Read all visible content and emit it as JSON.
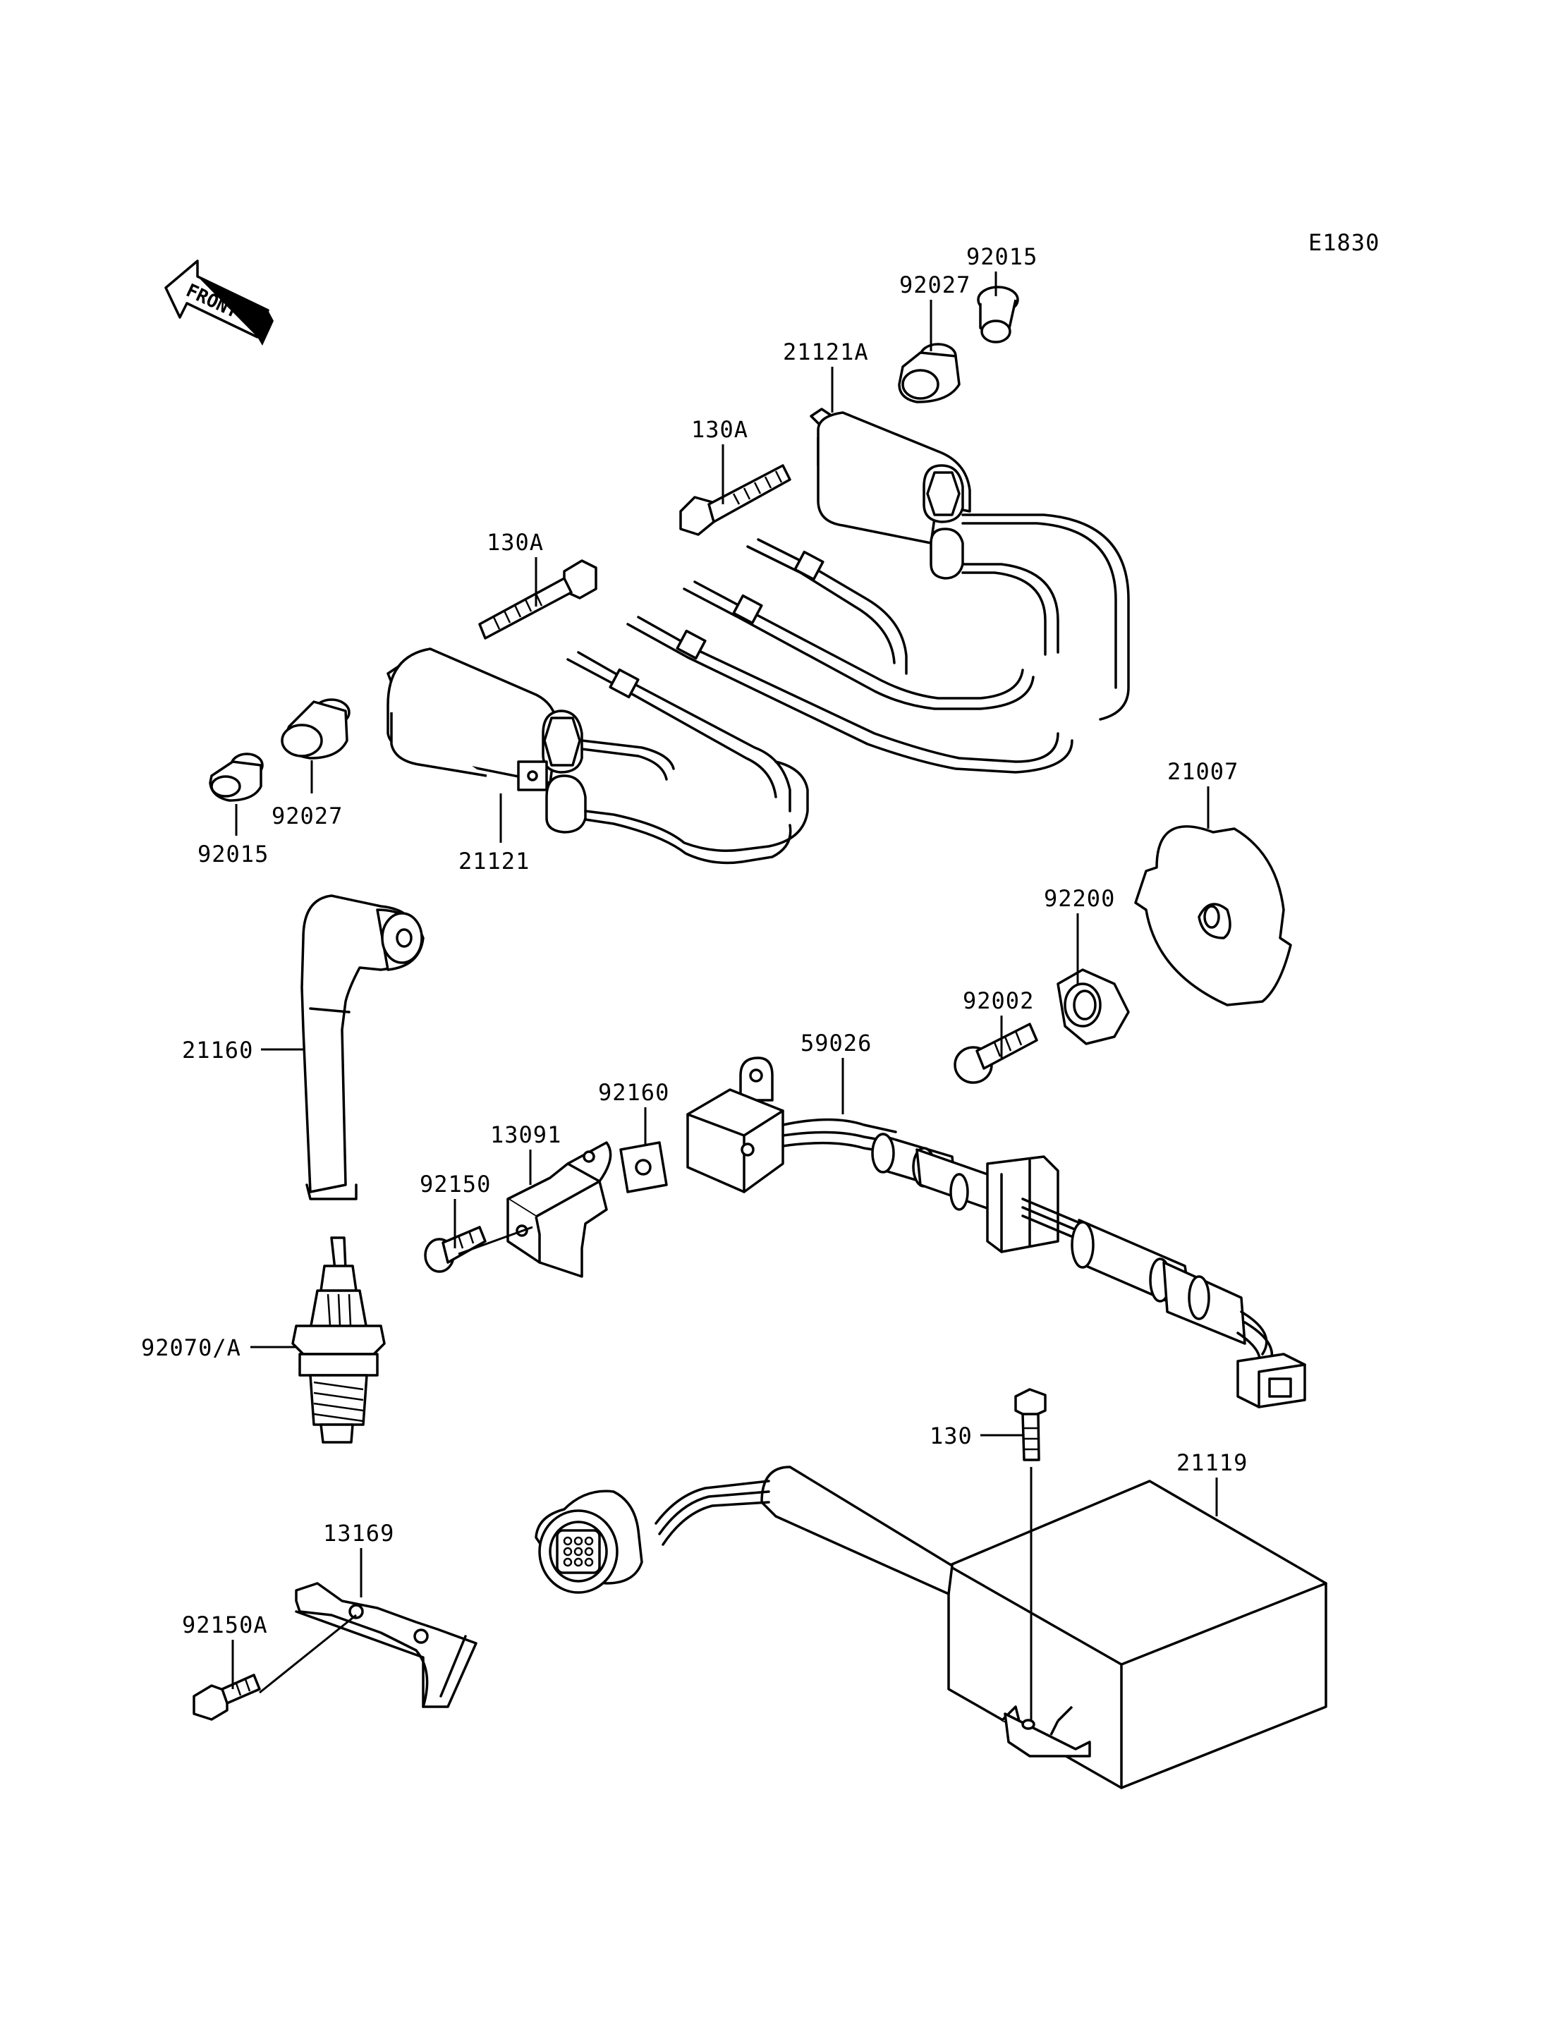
{
  "diagram_code": "E1830",
  "front_indicator": "FRONT",
  "labels": {
    "p92015_top": "92015",
    "p92027_top": "92027",
    "p21121A": "21121A",
    "p130A_top": "130A",
    "p130A_mid": "130A",
    "p21007": "21007",
    "p92015_left": "92015",
    "p92027_left": "92027",
    "p21121": "21121",
    "p92200": "92200",
    "p92002": "92002",
    "p21160": "21160",
    "p59026": "59026",
    "p92160": "92160",
    "p13091": "13091",
    "p92150": "92150",
    "p92070A": "92070/A",
    "p130": "130",
    "p21119": "21119",
    "p13169": "13169",
    "p92150A": "92150A"
  }
}
